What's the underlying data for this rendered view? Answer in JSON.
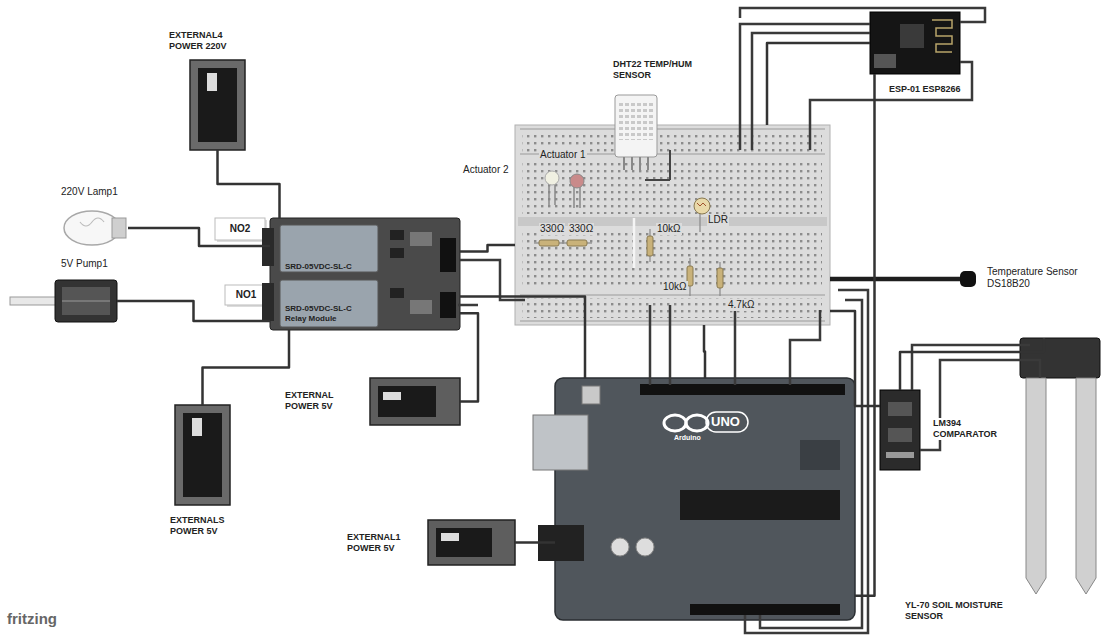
{
  "diagram": {
    "nodes": [
      {
        "text": [
          "EXTERNAL4 POWER 220V"
        ]
      },
      {
        "text": [
          "220V Lamp1"
        ]
      },
      {
        "text": [
          "NO2"
        ]
      },
      {
        "text": [
          "NO1"
        ]
      },
      {
        "text": [
          "5V Pump1"
        ]
      },
      {
        "text": [
          "SRD-05VDC-SL-C",
          "SRD-05VDC-SL-C Relay Module"
        ]
      },
      {
        "text": [
          "EXTERNALS POWER 5V"
        ]
      },
      {
        "text": [
          "EXTERNAL POWER 5V"
        ]
      },
      {
        "text": [
          "330Ω",
          "330Ω",
          "10kΩ",
          "10kΩ",
          "4.7kΩ"
        ]
      },
      {
        "text": [
          "DHT22 TEMP/HUM SENSOR"
        ],
        "in": 8
      },
      {
        "text": [
          "Actuator 2"
        ],
        "in": 8
      },
      {
        "text": [
          "Actuator 1"
        ],
        "in": 8
      },
      {
        "text": [
          "LDR"
        ],
        "in": 8
      },
      {
        "text": [
          "ESP-01 ESP8266"
        ]
      },
      {
        "text": [
          "Temperature Sensor DS18B20"
        ]
      },
      {
        "text": [
          "UNO",
          "Arduino"
        ]
      },
      {
        "text": [
          "EXTERNAL1 POWER 5V"
        ]
      },
      {
        "text": [
          "LM394 COMPARATOR"
        ]
      },
      {
        "text": [
          "YL-70 SOIL MOISTURE SENSOR"
        ]
      }
    ],
    "edges": [
      {
        "from": 0,
        "to": 5,
        "arrow": "none"
      },
      {
        "from": 1,
        "to": 5,
        "arrow": "none"
      },
      {
        "from": 4,
        "to": 5,
        "arrow": "none"
      },
      {
        "from": 6,
        "to": 5,
        "arrow": "none"
      },
      {
        "from": 7,
        "to": 5,
        "arrow": "none"
      },
      {
        "from": 5,
        "to": 8,
        "arrow": "none"
      },
      {
        "from": 5,
        "to": 15,
        "arrow": "none"
      },
      {
        "from": 13,
        "to": 8,
        "arrow": "none"
      },
      {
        "from": 14,
        "to": 8,
        "arrow": "none"
      },
      {
        "from": 17,
        "to": 18,
        "arrow": "none"
      },
      {
        "from": 17,
        "to": 8,
        "arrow": "none"
      },
      {
        "from": 15,
        "to": 8,
        "arrow": "none"
      },
      {
        "from": 13,
        "to": 15,
        "arrow": "none"
      },
      {
        "from": 16,
        "to": 15,
        "arrow": "none"
      }
    ],
    "labels": [
      "fritzing"
    ]
  }
}
